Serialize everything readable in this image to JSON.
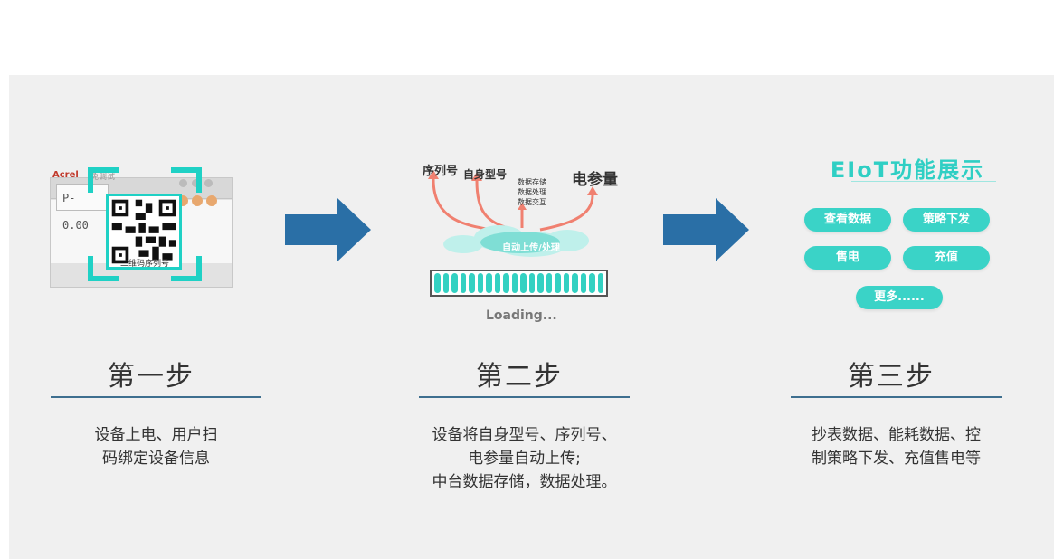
{
  "steps": [
    {
      "title": "第一步",
      "desc": "设备上电、用户扫\n码绑定设备信息",
      "meter": {
        "brand": "Acrel",
        "mode": "免调试",
        "lcd": "P-  0.00",
        "qr_label": "二维码序列号"
      }
    },
    {
      "title": "第二步",
      "desc": "设备将自身型号、序列号、\n电参量自动上传;\n中台数据存储，数据处理。",
      "labels": {
        "serial": "序列号",
        "model": "自身型号",
        "data1": "数据存储",
        "data2": "数据处理",
        "data3": "数据交互",
        "electric": "电参量"
      },
      "cloud": "自动上传/处理",
      "loading": "Loading..."
    },
    {
      "title": "第三步",
      "desc": "抄表数据、能耗数据、控\n制策略下发、充值售电等",
      "eiot_title": "EIoT功能展示",
      "buttons": [
        "查看数据",
        "策略下发",
        "售电",
        "充值",
        "更多......"
      ]
    }
  ],
  "colors": {
    "accent": "#3ad3c7",
    "arrow": "#2a6fa6",
    "rule": "#3e6f8f",
    "upload_arrow": "#f08070"
  },
  "icons": [
    "right-arrow-icon",
    "qr-code-icon",
    "cloud-icon"
  ]
}
